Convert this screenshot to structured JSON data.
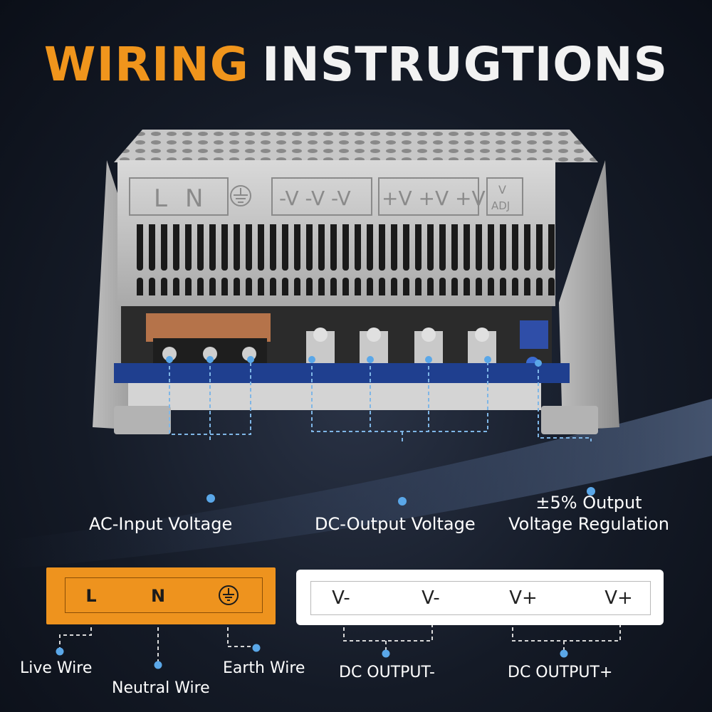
{
  "title": {
    "part1": "WIRING",
    "part2": "INSTRUGTIONS"
  },
  "psu_label": {
    "l": "L",
    "n": "N",
    "v_minus_group": "-V -V -V",
    "v_plus_group": "+V +V +V",
    "adj_top": "V",
    "adj_bottom": "ADJ"
  },
  "callouts": {
    "ac_input": "AC-Input Voltage",
    "dc_output": "DC-Output Voltage",
    "regulation_line1": "±5% Output",
    "regulation_line2": "Voltage Regulation"
  },
  "ac_box": {
    "l": "L",
    "n": "N"
  },
  "dc_box": {
    "t1": "V-",
    "t2": "V-",
    "t3": "V+",
    "t4": "V+"
  },
  "wire_labels": {
    "live": "Live Wire",
    "neutral": "Neutral Wire",
    "earth": "Earth Wire",
    "dc_minus": "DC OUTPUT-",
    "dc_plus": "DC OUTPUT+"
  },
  "colors": {
    "accent_orange": "#ee931e",
    "dot_blue": "#5aa7e8",
    "background": "#141a26"
  },
  "icons": {
    "ground": "ground-symbol-icon"
  }
}
